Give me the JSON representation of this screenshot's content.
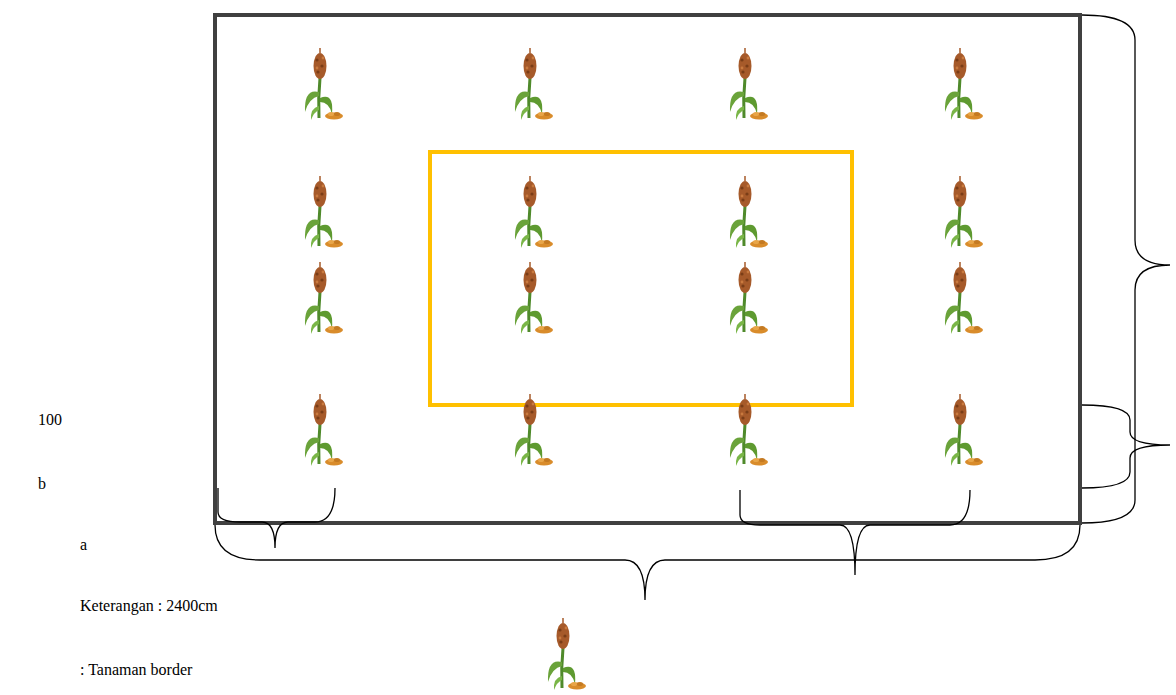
{
  "diagram": {
    "labels": [
      "100",
      "b",
      "a",
      "Keterangan : 2400cm"
    ],
    "legend": [
      {
        "text": ": Tanaman border"
      }
    ]
  }
}
